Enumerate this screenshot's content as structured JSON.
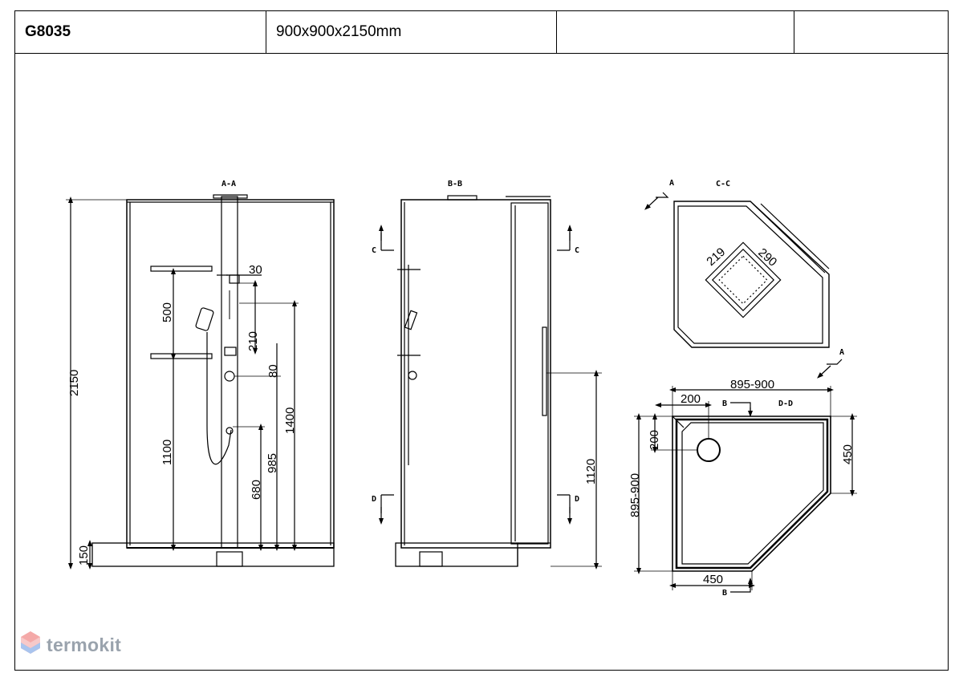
{
  "title_block": {
    "model": "G8035",
    "size": "900x900x2150mm",
    "cell3": "",
    "cell4": ""
  },
  "sections": {
    "aa": "A-A",
    "bb": "B-B",
    "cc": "C-C",
    "dd": "D-D",
    "a": "A",
    "b": "B",
    "c": "C",
    "d": "D"
  },
  "dims_front": {
    "total_height": "2150",
    "base": "150",
    "shelf_gap": "500",
    "shelf_height": "1100",
    "d30": "30",
    "d210": "210",
    "d80": "80",
    "d1400": "1400",
    "d985": "985",
    "d680": "680"
  },
  "dims_side": {
    "handle_height": "1120"
  },
  "dims_top": {
    "d219": "219",
    "d290": "290"
  },
  "dims_plan": {
    "width": "895-900",
    "depth": "895-900",
    "d200_top": "200",
    "d200_left": "200",
    "d450_right": "450",
    "d450_bottom": "450"
  },
  "logo": {
    "text": "termokit"
  }
}
